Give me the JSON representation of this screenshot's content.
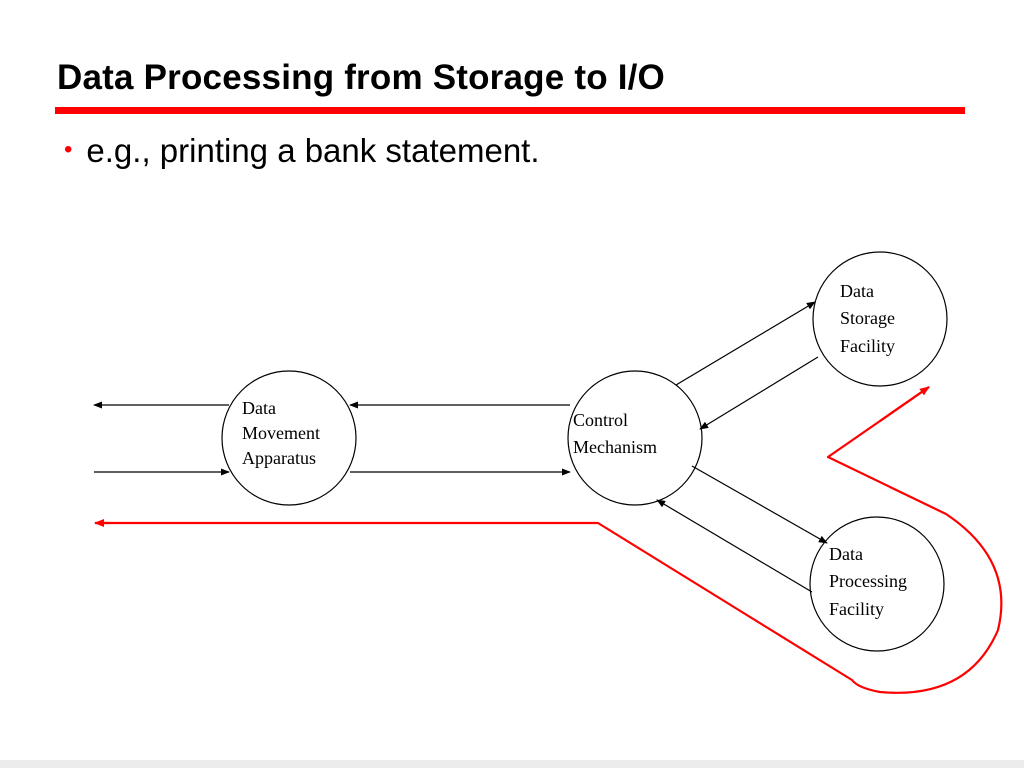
{
  "slide": {
    "title": "Data Processing from Storage to I/O",
    "bullet": "e.g., printing a bank statement."
  },
  "colors": {
    "accent": "#ff0000",
    "line": "#000000"
  },
  "diagram": {
    "nodes": {
      "movement": {
        "lines": [
          "Data",
          "Movement",
          "Apparatus"
        ]
      },
      "control": {
        "lines": [
          "Control",
          "Mechanism"
        ]
      },
      "storage": {
        "lines": [
          "Data",
          "Storage",
          "Facility"
        ]
      },
      "processing": {
        "lines": [
          "Data",
          "Processing",
          "Facility"
        ]
      }
    }
  }
}
